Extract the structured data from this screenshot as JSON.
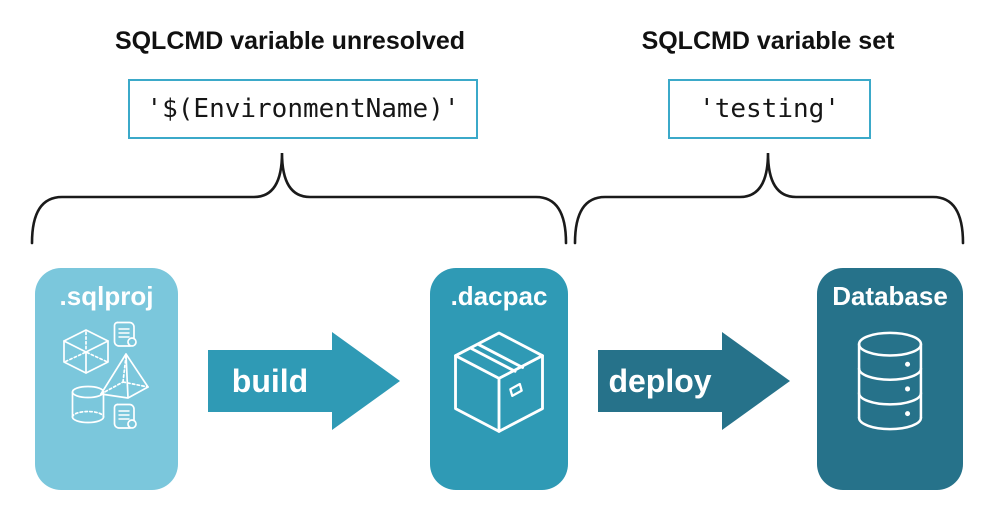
{
  "colors": {
    "light": "#7BC7DC",
    "mid": "#2F9AB5",
    "dark": "#26728A",
    "code_border": "#3BA9C9",
    "line": "#1A1A1A",
    "text": "#111111",
    "white": "#FFFFFF"
  },
  "annotations": {
    "unresolved": {
      "heading": "SQLCMD variable unresolved",
      "code": "'$(EnvironmentName)'"
    },
    "resolved": {
      "heading": "SQLCMD variable set",
      "code": "'testing'"
    }
  },
  "pipeline": {
    "sqlproj": {
      "label": ".sqlproj",
      "icons": [
        "cube-icon",
        "script-scroll-icon",
        "pyramid-icon",
        "cylinder-icon",
        "script-scroll-icon"
      ]
    },
    "build_arrow": {
      "label": "build"
    },
    "dacpac": {
      "label": ".dacpac",
      "icons": [
        "package-box-icon"
      ]
    },
    "deploy_arrow": {
      "label": "deploy"
    },
    "database": {
      "label": "Database",
      "icons": [
        "database-cylinder-icon"
      ]
    }
  }
}
